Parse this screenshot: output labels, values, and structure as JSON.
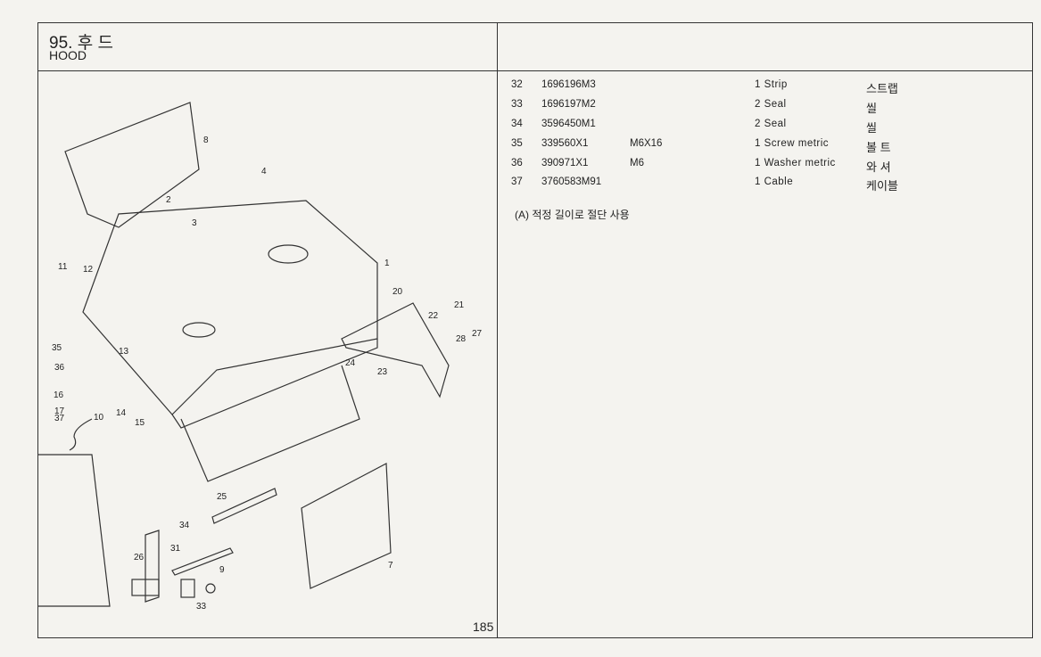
{
  "header": {
    "title": "95. 후  드",
    "subtitle": "HOOD"
  },
  "parts": [
    {
      "no": "32",
      "part": "1696196M3",
      "spec": "",
      "desc": "1 Strip",
      "kor": "스트랩"
    },
    {
      "no": "33",
      "part": "1696197M2",
      "spec": "",
      "desc": "2 Seal",
      "kor": "씰"
    },
    {
      "no": "34",
      "part": "3596450M1",
      "spec": "",
      "desc": "2 Seal",
      "kor": "씰"
    },
    {
      "no": "35",
      "part": "339560X1",
      "spec": "M6X16",
      "desc": "1 Screw metric",
      "kor": "볼  트"
    },
    {
      "no": "36",
      "part": "390971X1",
      "spec": "M6",
      "desc": "1 Washer metric",
      "kor": "와  셔"
    },
    {
      "no": "37",
      "part": "3760583M91",
      "spec": "",
      "desc": "1 Cable",
      "kor": "케이블"
    }
  ],
  "note": "(A)   적정 길이로 절단 사용",
  "page_number": "185",
  "diagram": {
    "callouts": [
      "8",
      "4",
      "2",
      "3",
      "1",
      "11",
      "12",
      "20",
      "21",
      "22",
      "28",
      "27",
      "35",
      "13",
      "24",
      "23",
      "36",
      "16",
      "17",
      "37",
      "10",
      "14",
      "15",
      "25",
      "34",
      "31",
      "26",
      "9",
      "33",
      "7"
    ]
  }
}
